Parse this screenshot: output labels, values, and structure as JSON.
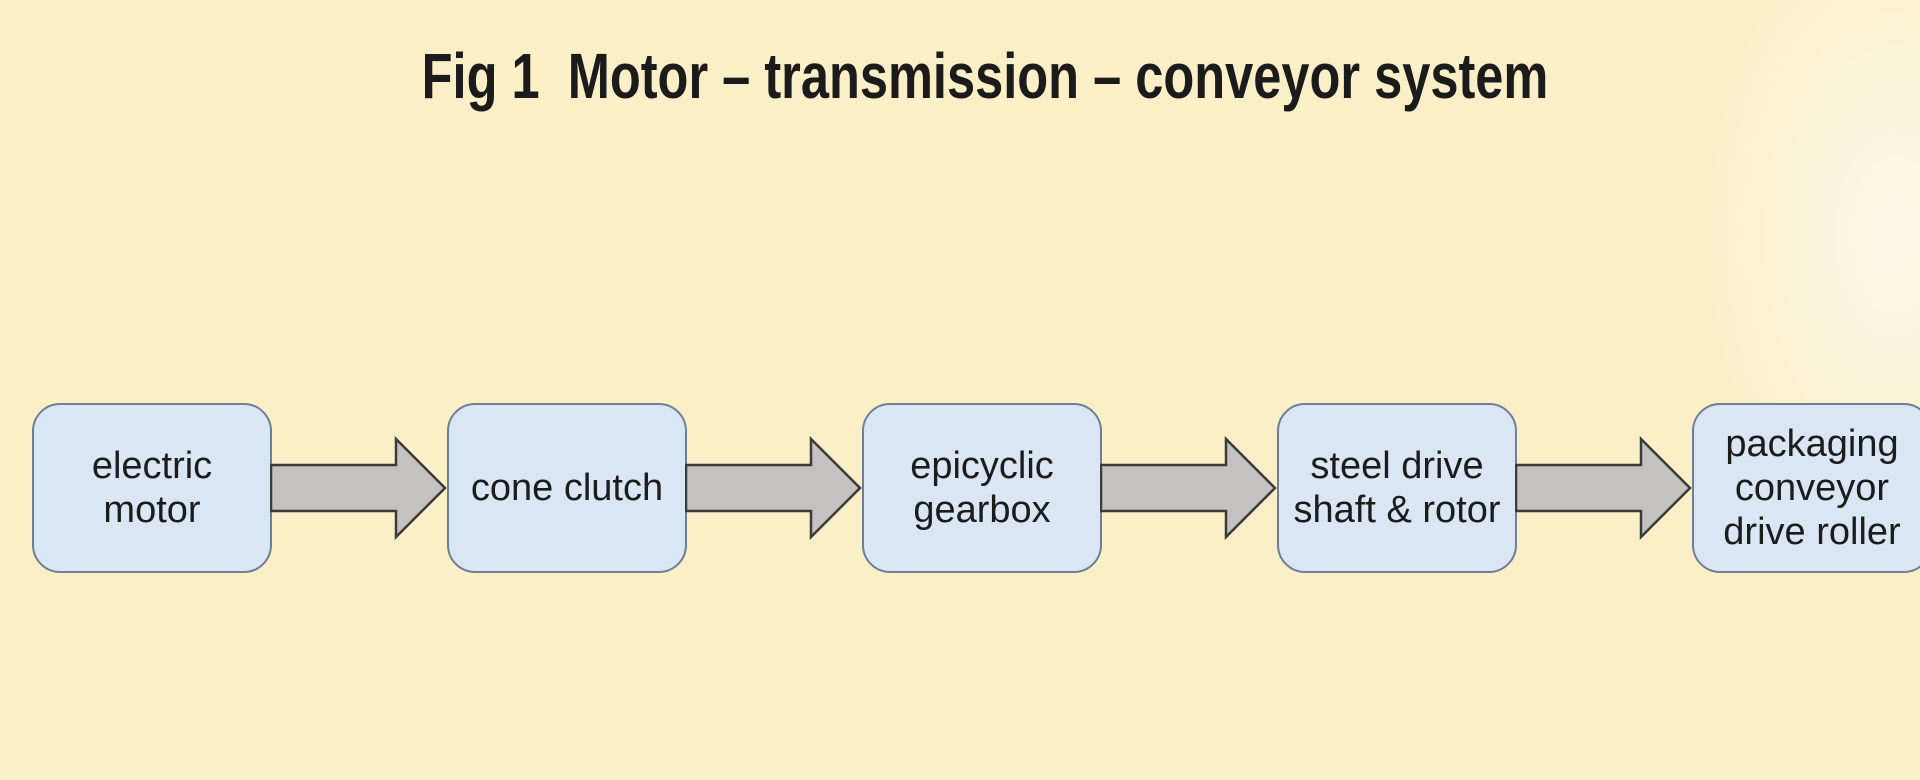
{
  "page": {
    "title": "Fig 1  Motor – transmission – conveyor system"
  },
  "colors": {
    "background": "#FBEFC7",
    "title_text": "#1B1B1B",
    "box_fill": "#DAE6F4",
    "box_border": "#6E7F95",
    "box_text": "#1C1C1C",
    "arrow_fill": "#C3C2C0",
    "arrow_outline": "#3B3B3B"
  },
  "diagram": {
    "type": "flowchart",
    "direction": "left-to-right",
    "boxes": [
      {
        "id": "electric-motor",
        "label": "electric motor",
        "lines": [
          "electric",
          "motor"
        ]
      },
      {
        "id": "cone-clutch",
        "label": "cone clutch",
        "lines": [
          "cone clutch"
        ]
      },
      {
        "id": "epicyclic-gearbox",
        "label": "epicyclic gearbox",
        "lines": [
          "epicyclic",
          "gearbox"
        ]
      },
      {
        "id": "steel-drive-shaft-rotor",
        "label": "steel drive shaft & rotor",
        "lines": [
          "steel drive",
          "shaft & rotor"
        ]
      },
      {
        "id": "packaging-conveyor-drive-roller",
        "label": "packaging conveyor drive roller",
        "lines": [
          "packaging",
          "conveyor",
          "drive roller"
        ]
      }
    ],
    "flow": [
      "electric motor → cone clutch",
      "cone clutch → epicyclic gearbox",
      "epicyclic gearbox → steel drive shaft & rotor",
      "steel drive shaft & rotor → packaging conveyor drive roller"
    ]
  }
}
